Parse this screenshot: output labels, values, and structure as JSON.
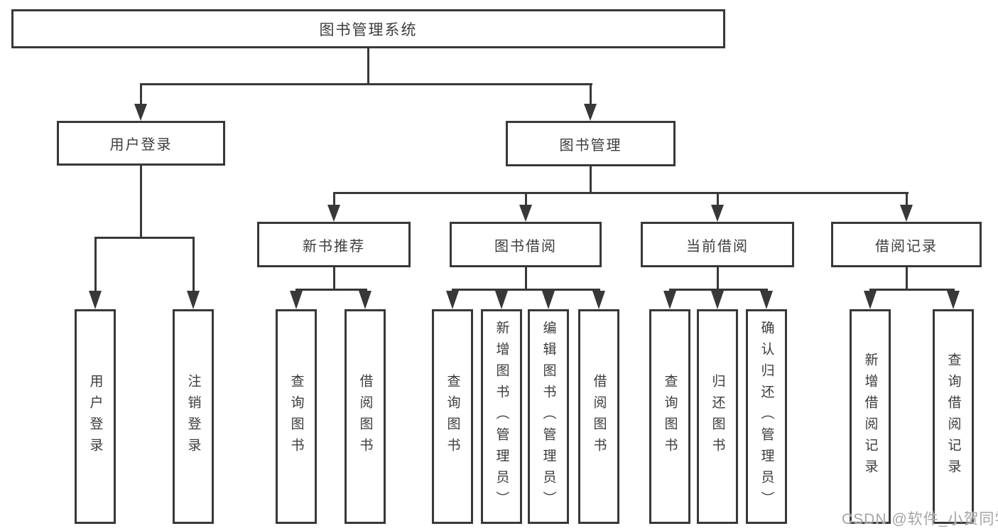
{
  "diagram": {
    "root": {
      "label": "图书管理系统"
    },
    "branches": [
      {
        "label": "用户登录",
        "children": [
          {
            "label": "用户登录"
          },
          {
            "label": "注销登录"
          }
        ]
      },
      {
        "label": "图书管理",
        "children": [
          {
            "label": "新书推荐",
            "children": [
              {
                "label": "查询图书"
              },
              {
                "label": "借阅图书"
              }
            ]
          },
          {
            "label": "图书借阅",
            "children": [
              {
                "label": "查询图书"
              },
              {
                "label": "新增图书（管理员）"
              },
              {
                "label": "编辑图书（管理员）"
              },
              {
                "label": "借阅图书"
              }
            ]
          },
          {
            "label": "当前借阅",
            "children": [
              {
                "label": "查询图书"
              },
              {
                "label": "归还图书"
              },
              {
                "label": "确认归还（管理员）"
              }
            ]
          },
          {
            "label": "借阅记录",
            "children": [
              {
                "label": "新增借阅记录"
              },
              {
                "label": "查询借阅记录"
              }
            ]
          }
        ]
      }
    ]
  },
  "watermark": "CSDN @软件_小贺同学",
  "colors": {
    "line": "#383838",
    "text": "#3c3c3c",
    "watermark": "#a4a4a4",
    "background": "#ffffff"
  }
}
